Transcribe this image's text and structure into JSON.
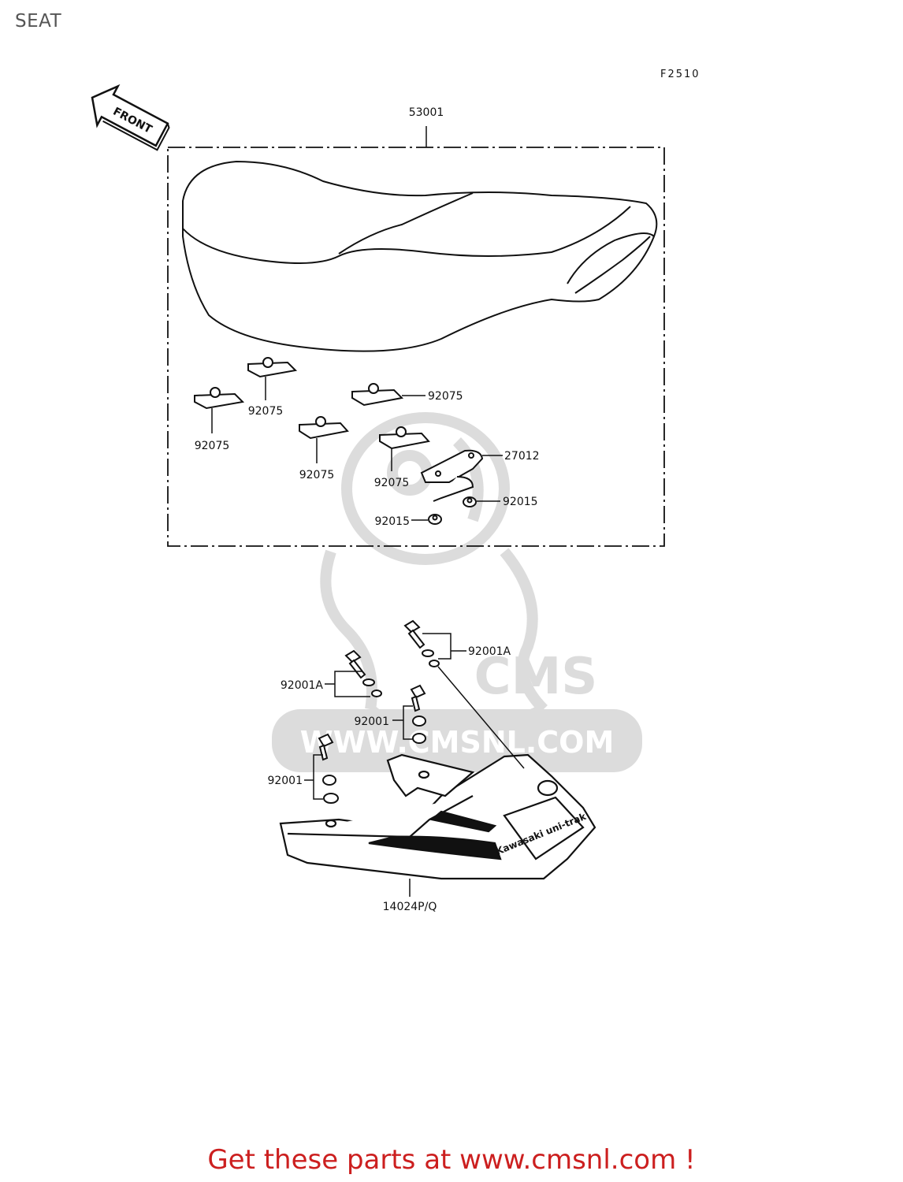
{
  "page": {
    "title": "SEAT"
  },
  "diagram": {
    "figure_code": "F2510",
    "front_label": "FRONT",
    "watermark": "WWW.CMSNL.COM",
    "watermark_logo": "CMS",
    "tank_pad_logo": "Kawasaki uni-trak",
    "parts": {
      "seat": "53001",
      "pad_1": "92075",
      "pad_2": "92075",
      "pad_3": "92075",
      "pad_4": "92075",
      "pad_5": "92075",
      "hook": "27012",
      "grommet_1": "92015",
      "grommet_2": "92015",
      "bolt_set_a1": "92001A",
      "bolt_set_a2": "92001A",
      "bolt_set_1": "92001",
      "bolt_set_2": "92001",
      "grab_rail": "14024P/Q"
    },
    "colors": {
      "line": "#111111",
      "watermark": "#dcdcdc",
      "cta": "#cc1f1f"
    }
  },
  "footer": {
    "cta": "Get these parts at www.cmsnl.com !"
  }
}
